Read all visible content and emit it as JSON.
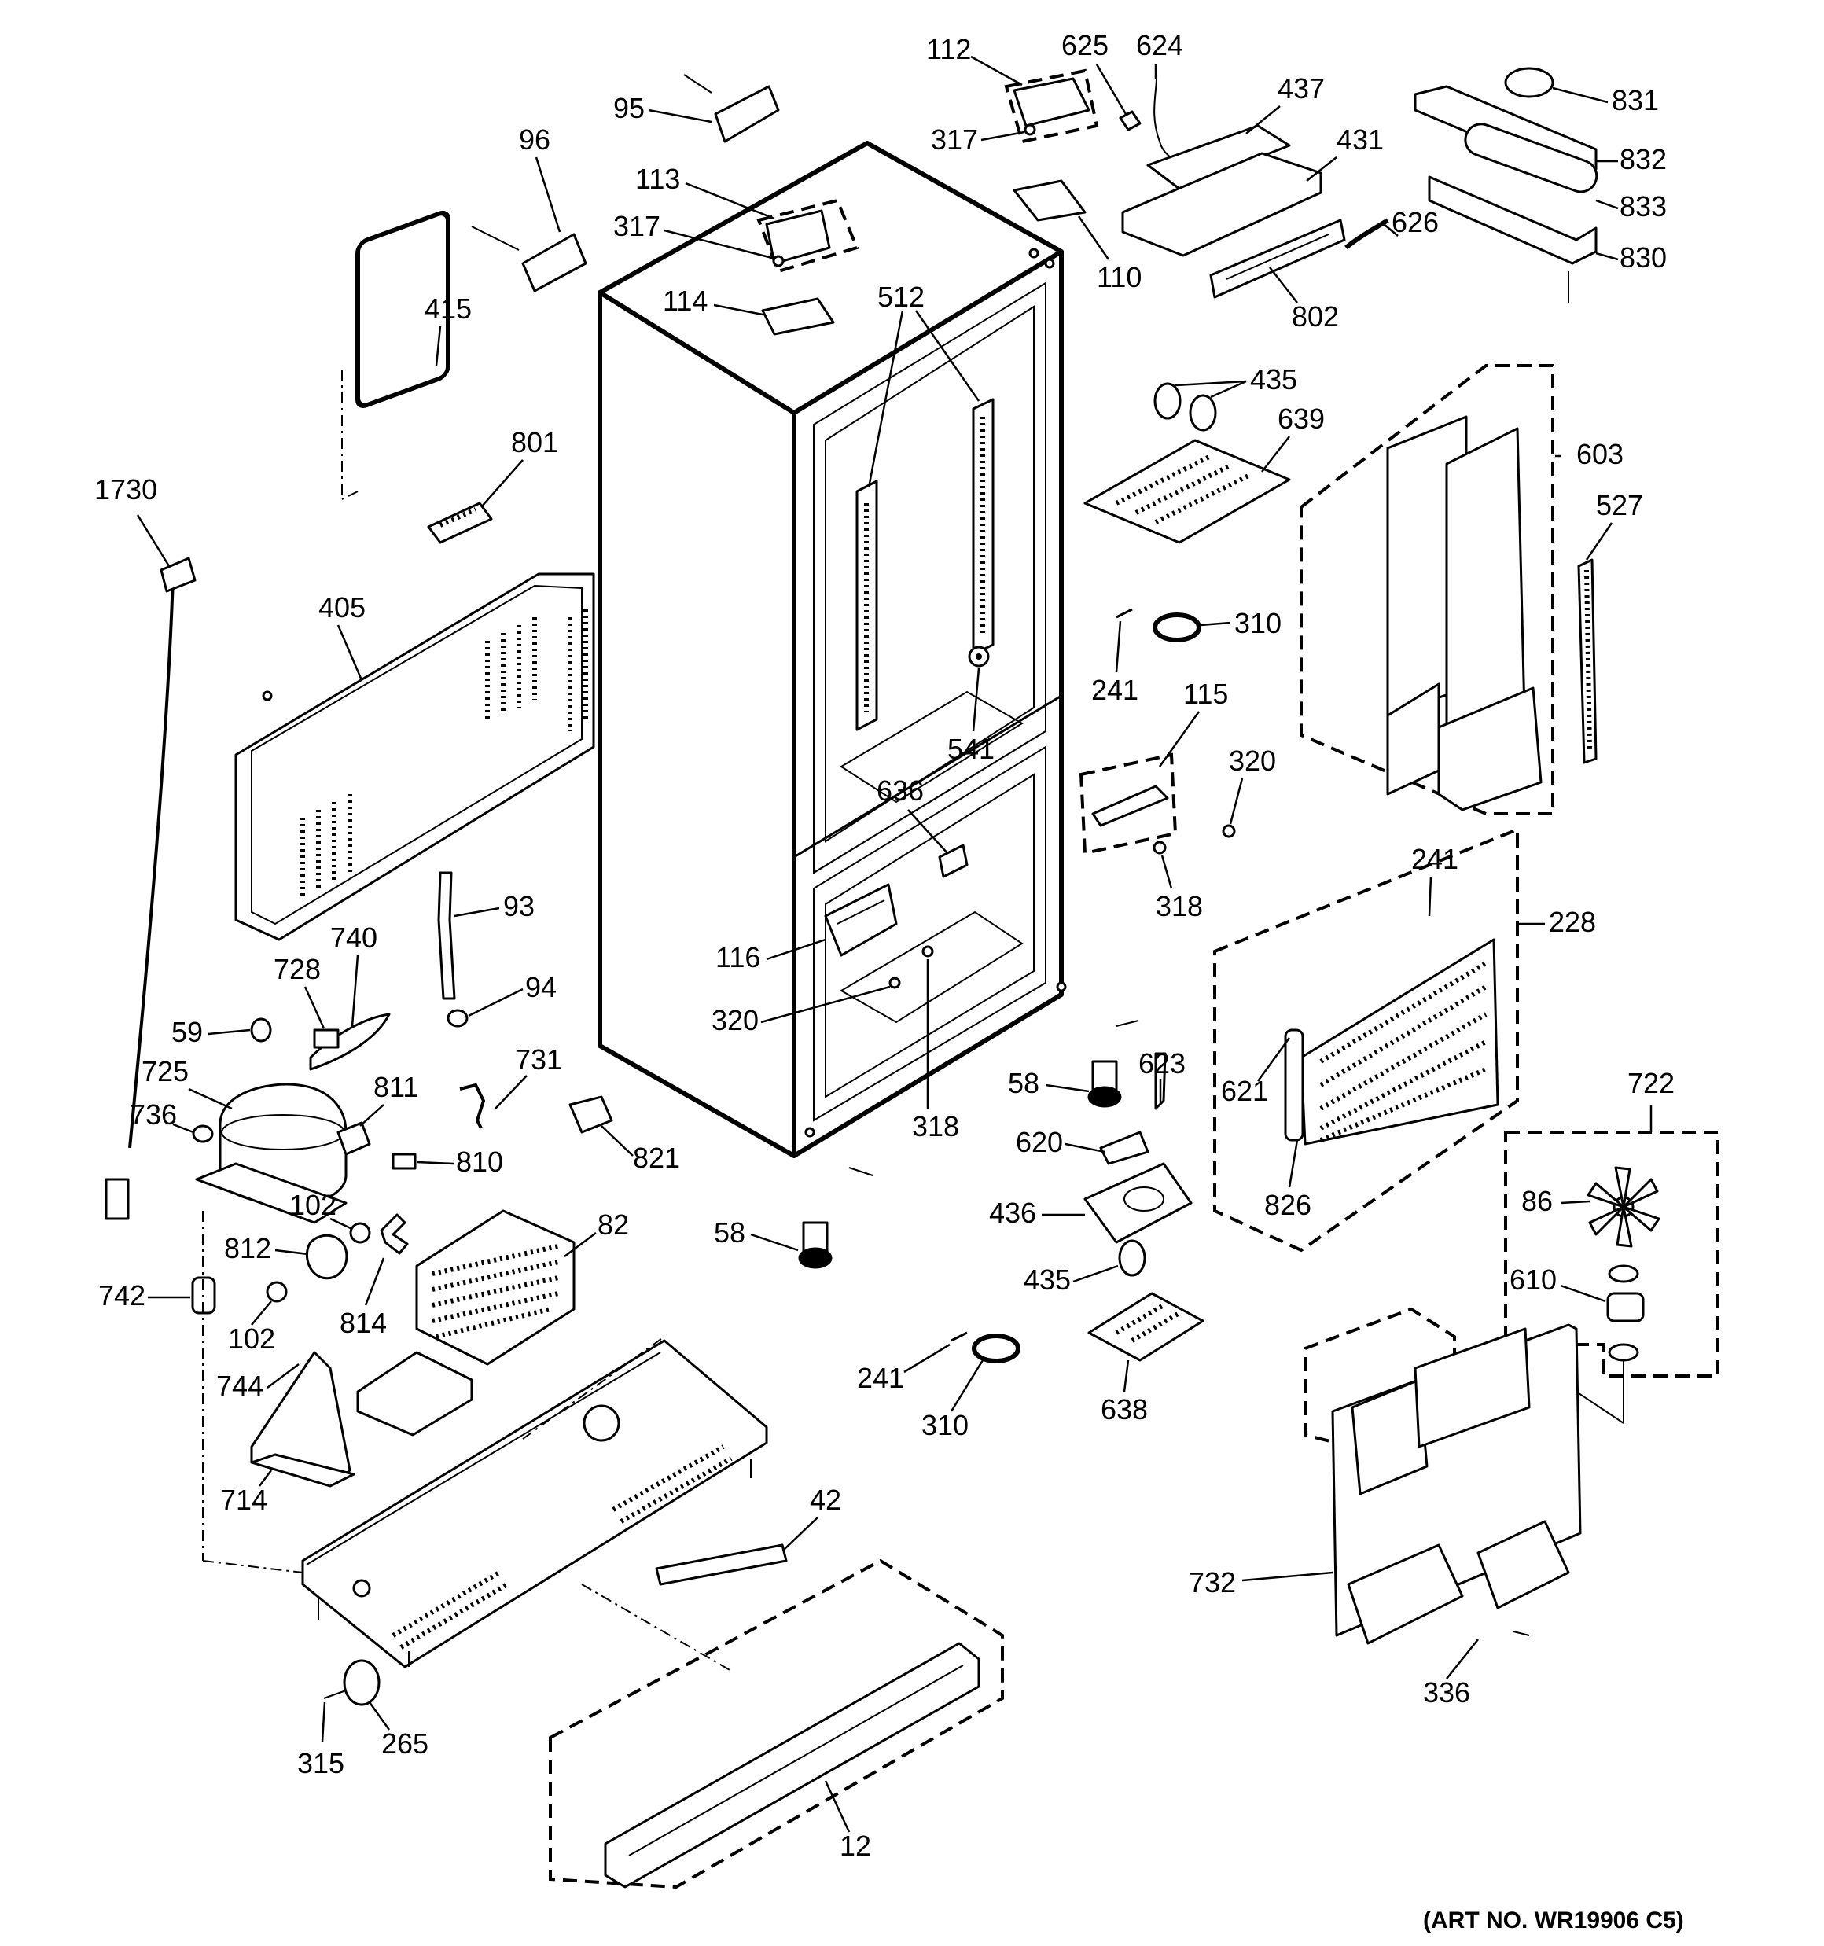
{
  "art_number": "(ART NO. WR19906 C5)",
  "labels": {
    "l12": "12",
    "l42": "42",
    "l58a": "58",
    "l58b": "58",
    "l59": "59",
    "l82": "82",
    "l86": "86",
    "l93": "93",
    "l94": "94",
    "l95": "95",
    "l96": "96",
    "l102a": "102",
    "l102b": "102",
    "l110": "110",
    "l112": "112",
    "l113": "113",
    "l114": "114",
    "l115": "115",
    "l116": "116",
    "l228": "228",
    "l241a": "241",
    "l241b": "241",
    "l241c": "241",
    "l265": "265",
    "l310a": "310",
    "l310b": "310",
    "l315": "315",
    "l317a": "317",
    "l317b": "317",
    "l318a": "318",
    "l318b": "318",
    "l320a": "320",
    "l320b": "320",
    "l336": "336",
    "l405": "405",
    "l415": "415",
    "l431": "431",
    "l435a": "435",
    "l435b": "435",
    "l436": "436",
    "l437": "437",
    "l512": "512",
    "l527": "527",
    "l541": "541",
    "l603": "603",
    "l610": "610",
    "l620": "620",
    "l621": "621",
    "l623": "623",
    "l624": "624",
    "l625": "625",
    "l626": "626",
    "l636": "636",
    "l638": "638",
    "l639": "639",
    "l714": "714",
    "l722": "722",
    "l725": "725",
    "l728": "728",
    "l731": "731",
    "l732": "732",
    "l736": "736",
    "l740": "740",
    "l742": "742",
    "l744": "744",
    "l801": "801",
    "l802": "802",
    "l810": "810",
    "l811": "811",
    "l812": "812",
    "l814": "814",
    "l821": "821",
    "l826": "826",
    "l830": "830",
    "l831": "831",
    "l832": "832",
    "l833": "833",
    "l1730": "1730"
  }
}
